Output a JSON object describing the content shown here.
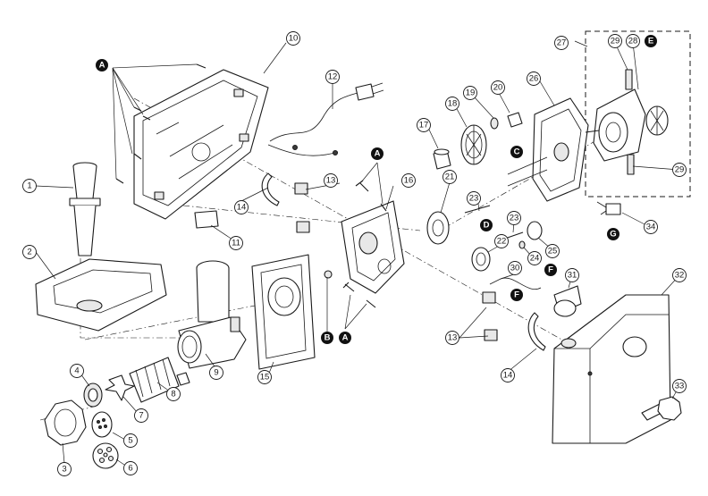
{
  "callouts": [
    {
      "id": "1",
      "text": "1"
    },
    {
      "id": "2",
      "text": "2"
    },
    {
      "id": "3",
      "text": "3"
    },
    {
      "id": "4",
      "text": "4"
    },
    {
      "id": "5",
      "text": "5"
    },
    {
      "id": "6",
      "text": "6"
    },
    {
      "id": "7",
      "text": "7"
    },
    {
      "id": "8",
      "text": "8"
    },
    {
      "id": "9",
      "text": "9"
    },
    {
      "id": "10",
      "text": "10"
    },
    {
      "id": "11",
      "text": "11"
    },
    {
      "id": "12",
      "text": "12"
    },
    {
      "id": "13a",
      "text": "13"
    },
    {
      "id": "13b",
      "text": "13"
    },
    {
      "id": "14a",
      "text": "14"
    },
    {
      "id": "14b",
      "text": "14"
    },
    {
      "id": "15",
      "text": "15"
    },
    {
      "id": "16",
      "text": "16"
    },
    {
      "id": "17",
      "text": "17"
    },
    {
      "id": "18",
      "text": "18"
    },
    {
      "id": "19",
      "text": "19"
    },
    {
      "id": "20",
      "text": "20"
    },
    {
      "id": "21",
      "text": "21"
    },
    {
      "id": "22",
      "text": "22"
    },
    {
      "id": "23a",
      "text": "23"
    },
    {
      "id": "23b",
      "text": "23"
    },
    {
      "id": "24",
      "text": "24"
    },
    {
      "id": "25",
      "text": "25"
    },
    {
      "id": "26",
      "text": "26"
    },
    {
      "id": "27",
      "text": "27"
    },
    {
      "id": "28",
      "text": "28"
    },
    {
      "id": "29a",
      "text": "29"
    },
    {
      "id": "29b",
      "text": "29"
    },
    {
      "id": "30",
      "text": "30"
    },
    {
      "id": "31",
      "text": "31"
    },
    {
      "id": "32",
      "text": "32"
    },
    {
      "id": "33",
      "text": "33"
    },
    {
      "id": "34",
      "text": "34"
    }
  ],
  "screw_tags": [
    {
      "id": "A1",
      "text": "A"
    },
    {
      "id": "A2",
      "text": "A"
    },
    {
      "id": "A3",
      "text": "A"
    },
    {
      "id": "B",
      "text": "B"
    },
    {
      "id": "C",
      "text": "C"
    },
    {
      "id": "D",
      "text": "D"
    },
    {
      "id": "E",
      "text": "E"
    },
    {
      "id": "F1",
      "text": "F"
    },
    {
      "id": "F2",
      "text": "F"
    },
    {
      "id": "G",
      "text": "G"
    }
  ]
}
